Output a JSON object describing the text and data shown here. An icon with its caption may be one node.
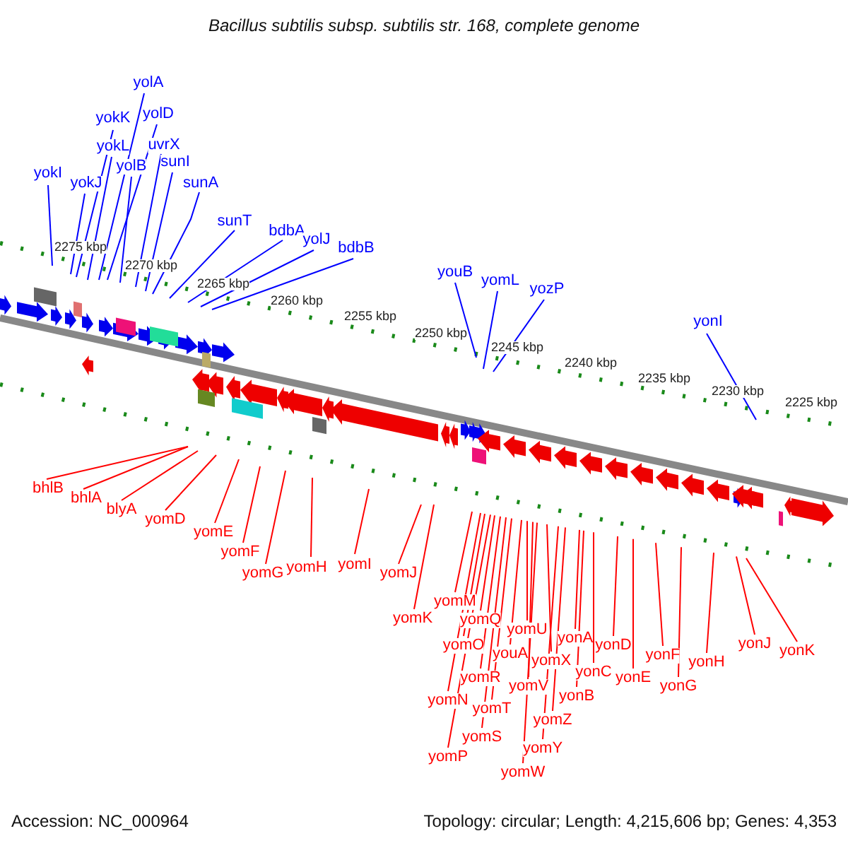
{
  "diagram": {
    "title": "Bacillus subtilis subsp. subtilis str. 168, complete genome",
    "nodes": [
      {
        "text": [
          "yokI"
        ]
      },
      {
        "text": [
          "yokJ"
        ]
      },
      {
        "text": [
          "yokK"
        ]
      },
      {
        "text": [
          "yokL"
        ]
      },
      {
        "text": [
          "yolA"
        ]
      },
      {
        "text": [
          "yolD"
        ]
      },
      {
        "text": [
          "yolB"
        ]
      },
      {
        "text": [
          "uvrX"
        ]
      },
      {
        "text": [
          "sunI"
        ]
      },
      {
        "text": [
          "sunA"
        ]
      },
      {
        "text": [
          "sunT"
        ]
      },
      {
        "text": [
          "bdbA"
        ]
      },
      {
        "text": [
          "yolJ"
        ]
      },
      {
        "text": [
          "bdbB"
        ]
      },
      {
        "text": [
          "youB"
        ]
      },
      {
        "text": [
          "yomL"
        ]
      },
      {
        "text": [
          "yozP"
        ]
      },
      {
        "text": [
          "yonI"
        ]
      },
      {
        "text": [
          "bhlB"
        ]
      },
      {
        "text": [
          "bhlA"
        ]
      },
      {
        "text": [
          "blyA"
        ]
      },
      {
        "text": [
          "yomD"
        ]
      },
      {
        "text": [
          "yomE"
        ]
      },
      {
        "text": [
          "yomF"
        ]
      },
      {
        "text": [
          "yomG"
        ]
      },
      {
        "text": [
          "yomH"
        ]
      },
      {
        "text": [
          "yomI"
        ]
      },
      {
        "text": [
          "yomJ"
        ]
      },
      {
        "text": [
          "yomK"
        ]
      },
      {
        "text": [
          "yomM"
        ]
      },
      {
        "text": [
          "yomN"
        ]
      },
      {
        "text": [
          "yomO"
        ]
      },
      {
        "text": [
          "yomP"
        ]
      },
      {
        "text": [
          "yomQ"
        ]
      },
      {
        "text": [
          "yomR"
        ]
      },
      {
        "text": [
          "yomS"
        ]
      },
      {
        "text": [
          "yomT"
        ]
      },
      {
        "text": [
          "youA"
        ]
      },
      {
        "text": [
          "yomU"
        ]
      },
      {
        "text": [
          "yomV"
        ]
      },
      {
        "text": [
          "yomW"
        ]
      },
      {
        "text": [
          "yomX"
        ]
      },
      {
        "text": [
          "yomY"
        ]
      },
      {
        "text": [
          "yomZ"
        ]
      },
      {
        "text": [
          "yonA"
        ]
      },
      {
        "text": [
          "yonB"
        ]
      },
      {
        "text": [
          "yonC"
        ]
      },
      {
        "text": [
          "yonD"
        ]
      },
      {
        "text": [
          "yonE"
        ]
      },
      {
        "text": [
          "yonF"
        ]
      },
      {
        "text": [
          "yonG"
        ]
      },
      {
        "text": [
          "yonH"
        ]
      },
      {
        "text": [
          "yonJ"
        ]
      },
      {
        "text": [
          "yonK"
        ]
      }
    ],
    "edges": [
      {
        "from": 0,
        "to": null,
        "arrow": "none",
        "color": "#0000ff"
      },
      {
        "from": 1,
        "to": null,
        "arrow": "none",
        "color": "#0000ff"
      },
      {
        "from": 2,
        "to": null,
        "arrow": "none",
        "color": "#0000ff"
      },
      {
        "from": 3,
        "to": null,
        "arrow": "none",
        "color": "#0000ff"
      },
      {
        "from": 4,
        "to": null,
        "arrow": "none",
        "color": "#0000ff"
      },
      {
        "from": 5,
        "to": null,
        "arrow": "none",
        "color": "#0000ff"
      },
      {
        "from": 6,
        "to": null,
        "arrow": "none",
        "color": "#0000ff"
      },
      {
        "from": 7,
        "to": null,
        "arrow": "none",
        "color": "#0000ff"
      },
      {
        "from": 8,
        "to": null,
        "arrow": "none",
        "color": "#0000ff"
      },
      {
        "from": 9,
        "to": null,
        "arrow": "none",
        "color": "#0000ff"
      },
      {
        "from": 10,
        "to": null,
        "arrow": "none",
        "color": "#0000ff"
      },
      {
        "from": 11,
        "to": null,
        "arrow": "none",
        "color": "#0000ff"
      },
      {
        "from": 12,
        "to": null,
        "arrow": "none",
        "color": "#0000ff"
      },
      {
        "from": 13,
        "to": null,
        "arrow": "none",
        "color": "#0000ff"
      },
      {
        "from": 14,
        "to": null,
        "arrow": "none",
        "color": "#0000ff"
      },
      {
        "from": 15,
        "to": null,
        "arrow": "none",
        "color": "#0000ff"
      },
      {
        "from": 16,
        "to": null,
        "arrow": "none",
        "color": "#0000ff"
      },
      {
        "from": 17,
        "to": null,
        "arrow": "none",
        "color": "#0000ff"
      },
      {
        "from": 18,
        "to": null,
        "arrow": "none"
      },
      {
        "from": 19,
        "to": null,
        "arrow": "none"
      },
      {
        "from": 20,
        "to": null,
        "arrow": "none"
      },
      {
        "from": 21,
        "to": null,
        "arrow": "none"
      },
      {
        "from": 22,
        "to": null,
        "arrow": "none"
      },
      {
        "from": 23,
        "to": null,
        "arrow": "none"
      },
      {
        "from": 24,
        "to": null,
        "arrow": "none"
      },
      {
        "from": 25,
        "to": null,
        "arrow": "none"
      },
      {
        "from": 26,
        "to": null,
        "arrow": "none"
      },
      {
        "from": 27,
        "to": null,
        "arrow": "none"
      },
      {
        "from": 28,
        "to": null,
        "arrow": "none"
      },
      {
        "from": 29,
        "to": null,
        "arrow": "none"
      },
      {
        "from": 30,
        "to": null,
        "arrow": "none"
      },
      {
        "from": 31,
        "to": null,
        "arrow": "none"
      },
      {
        "from": 32,
        "to": null,
        "arrow": "none"
      },
      {
        "from": 33,
        "to": null,
        "arrow": "none"
      },
      {
        "from": 34,
        "to": null,
        "arrow": "none"
      },
      {
        "from": 35,
        "to": null,
        "arrow": "none"
      },
      {
        "from": 36,
        "to": null,
        "arrow": "none"
      },
      {
        "from": 37,
        "to": null,
        "arrow": "none"
      },
      {
        "from": 38,
        "to": null,
        "arrow": "none"
      },
      {
        "from": 39,
        "to": null,
        "arrow": "none"
      },
      {
        "from": 40,
        "to": null,
        "arrow": "none"
      },
      {
        "from": 41,
        "to": null,
        "arrow": "none"
      },
      {
        "from": 42,
        "to": null,
        "arrow": "none"
      },
      {
        "from": 43,
        "to": null,
        "arrow": "none"
      },
      {
        "from": 44,
        "to": null,
        "arrow": "none"
      },
      {
        "from": 45,
        "to": null,
        "arrow": "none"
      },
      {
        "from": 46,
        "to": null,
        "arrow": "none"
      },
      {
        "from": 47,
        "to": null,
        "arrow": "none"
      },
      {
        "from": 48,
        "to": null,
        "arrow": "none"
      },
      {
        "from": 49,
        "to": null,
        "arrow": "none"
      },
      {
        "from": 50,
        "to": null,
        "arrow": "none"
      },
      {
        "from": 51,
        "to": null,
        "arrow": "none"
      },
      {
        "from": 52,
        "to": null,
        "arrow": "none"
      },
      {
        "from": 53,
        "to": null,
        "arrow": "none"
      }
    ],
    "labels": [
      "2275 kbp",
      "2270 kbp",
      "2265 kbp",
      "2260 kbp",
      "2255 kbp",
      "2250 kbp",
      "2245 kbp",
      "2240 kbp",
      "2235 kbp",
      "2230 kbp",
      "2225 kbp",
      "Accession: NC_000964",
      "Topology: circular; Length: 4,215,606 bp; Genes: 4,353"
    ]
  }
}
